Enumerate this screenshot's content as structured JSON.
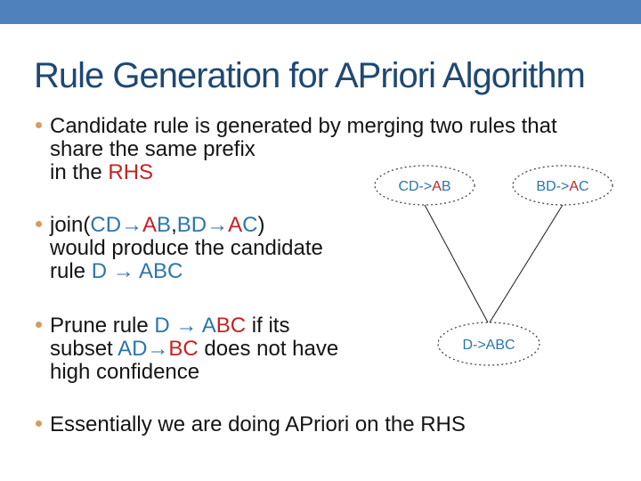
{
  "slide": {
    "title": "Rule Generation for APriori Algorithm",
    "colors": {
      "header_band": "#4F81BD",
      "title_text": "#1F4873",
      "body_text": "#141414",
      "token_blue": "#2B76AB",
      "token_red": "#C42222",
      "bullet_marker": "#D89B5E"
    },
    "bullets": [
      {
        "lines": [
          {
            "segments": [
              {
                "text": "Candidate rule is generated by merging two rules that",
                "color": "black"
              }
            ]
          },
          {
            "segments": [
              {
                "text": "share the same prefix",
                "color": "black"
              }
            ]
          },
          {
            "segments": [
              {
                "text": "in the ",
                "color": "black"
              },
              {
                "text": "RHS",
                "color": "red"
              }
            ]
          }
        ]
      },
      {
        "lines": [
          {
            "segments": [
              {
                "text": "join(",
                "color": "black"
              },
              {
                "text": "CD→",
                "color": "blue"
              },
              {
                "text": "A",
                "color": "red"
              },
              {
                "text": "B",
                "color": "blue"
              },
              {
                "text": ",",
                "color": "black"
              },
              {
                "text": "BD→",
                "color": "blue"
              },
              {
                "text": "A",
                "color": "red"
              },
              {
                "text": "C",
                "color": "blue"
              },
              {
                "text": ")",
                "color": "black"
              }
            ]
          },
          {
            "segments": [
              {
                "text": "would produce the candidate",
                "color": "black"
              }
            ]
          },
          {
            "segments": [
              {
                "text": "rule ",
                "color": "black"
              },
              {
                "text": "D → ABC",
                "color": "blue"
              }
            ]
          }
        ]
      },
      {
        "lines": [
          {
            "segments": [
              {
                "text": "Prune rule ",
                "color": "black"
              },
              {
                "text": "D → A",
                "color": "blue"
              },
              {
                "text": "BC",
                "color": "red"
              },
              {
                "text": " if its",
                "color": "black"
              }
            ]
          },
          {
            "segments": [
              {
                "text": "subset ",
                "color": "black"
              },
              {
                "text": "AD→",
                "color": "blue"
              },
              {
                "text": "BC",
                "color": "red"
              },
              {
                "text": " does not have",
                "color": "black"
              }
            ]
          },
          {
            "segments": [
              {
                "text": "high confidence",
                "color": "black"
              }
            ]
          }
        ]
      },
      {
        "lines": [
          {
            "segments": [
              {
                "text": "Essentially we are doing APriori on the RHS",
                "color": "black"
              }
            ]
          }
        ]
      }
    ],
    "diagram": {
      "nodes": [
        {
          "label": "CD->AB",
          "segments": [
            {
              "text": "CD->",
              "color": "blue"
            },
            {
              "text": "A",
              "color": "red"
            },
            {
              "text": "B",
              "color": "blue"
            }
          ]
        },
        {
          "label": "BD->AC",
          "segments": [
            {
              "text": "BD->",
              "color": "blue"
            },
            {
              "text": "A",
              "color": "red"
            },
            {
              "text": "C",
              "color": "blue"
            }
          ]
        },
        {
          "label": "D->ABC",
          "segments": [
            {
              "text": "D->ABC",
              "color": "blue"
            }
          ]
        }
      ],
      "edges": [
        {
          "from": "CD->AB",
          "to": "D->ABC"
        },
        {
          "from": "BD->AC",
          "to": "D->ABC"
        }
      ]
    }
  }
}
